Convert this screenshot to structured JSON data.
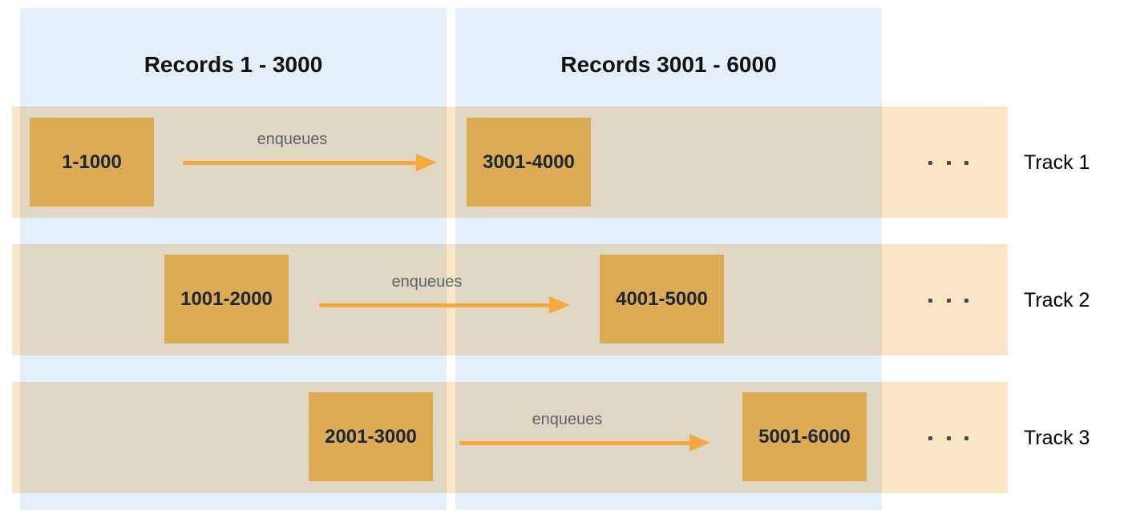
{
  "diagram": {
    "columns": [
      {
        "title": "Records 1 - 3000"
      },
      {
        "title": "Records 3001 - 6000"
      }
    ],
    "tracks": [
      {
        "label": "Track 1",
        "source_box": "1-1000",
        "target_box": "3001-4000",
        "arrow_label": "enqueues"
      },
      {
        "label": "Track 2",
        "source_box": "1001-2000",
        "target_box": "4001-5000",
        "arrow_label": "enqueues"
      },
      {
        "label": "Track 3",
        "source_box": "2001-3000",
        "target_box": "5001-6000",
        "arrow_label": "enqueues"
      }
    ],
    "icons": {
      "arrow": "right-arrow",
      "ellipsis": "three-dots-horizontal"
    },
    "colors": {
      "column_blue": "#e4effc",
      "band_orange": "#fae6c7",
      "box_orange": "#dcab53",
      "arrow_orange": "#f5a93c",
      "enqueues_gray": "#5f6468",
      "box_text": "#1b2737",
      "text_black": "#111111",
      "dot_gray": "#46494d"
    }
  }
}
